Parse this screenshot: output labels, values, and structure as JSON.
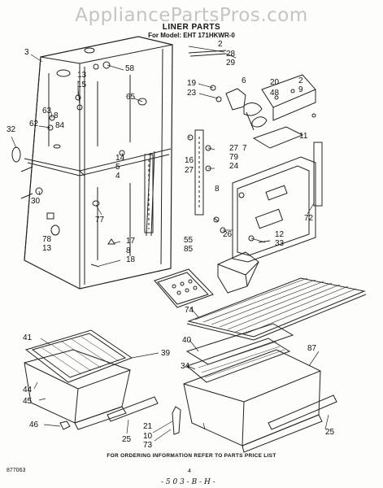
{
  "watermark": "AppliancePartsPros.com",
  "header": {
    "title": "LINER PARTS",
    "model": "For Model: EHT 171HKWR-0"
  },
  "callouts": [
    "2",
    "3",
    "28",
    "29",
    "58",
    "13",
    "15",
    "19",
    "23",
    "6",
    "20",
    "48",
    "2",
    "9",
    "65",
    "63",
    "8",
    "62",
    "84",
    "32",
    "14",
    "5",
    "4",
    "16",
    "27",
    "27",
    "24",
    "7",
    "79",
    "11",
    "30",
    "77",
    "8",
    "26",
    "12",
    "33",
    "72",
    "17",
    "8",
    "18",
    "78",
    "13",
    "55",
    "85",
    "74",
    "41",
    "40",
    "39",
    "34",
    "87",
    "44",
    "45",
    "25",
    "21",
    "10",
    "73",
    "46",
    "25"
  ],
  "footer": {
    "note": "FOR ORDERING INFORMATION REFER TO PARTS PRICE LIST",
    "code": "877063",
    "page": "4",
    "signature": "- 5 0 3 - B - H -"
  }
}
